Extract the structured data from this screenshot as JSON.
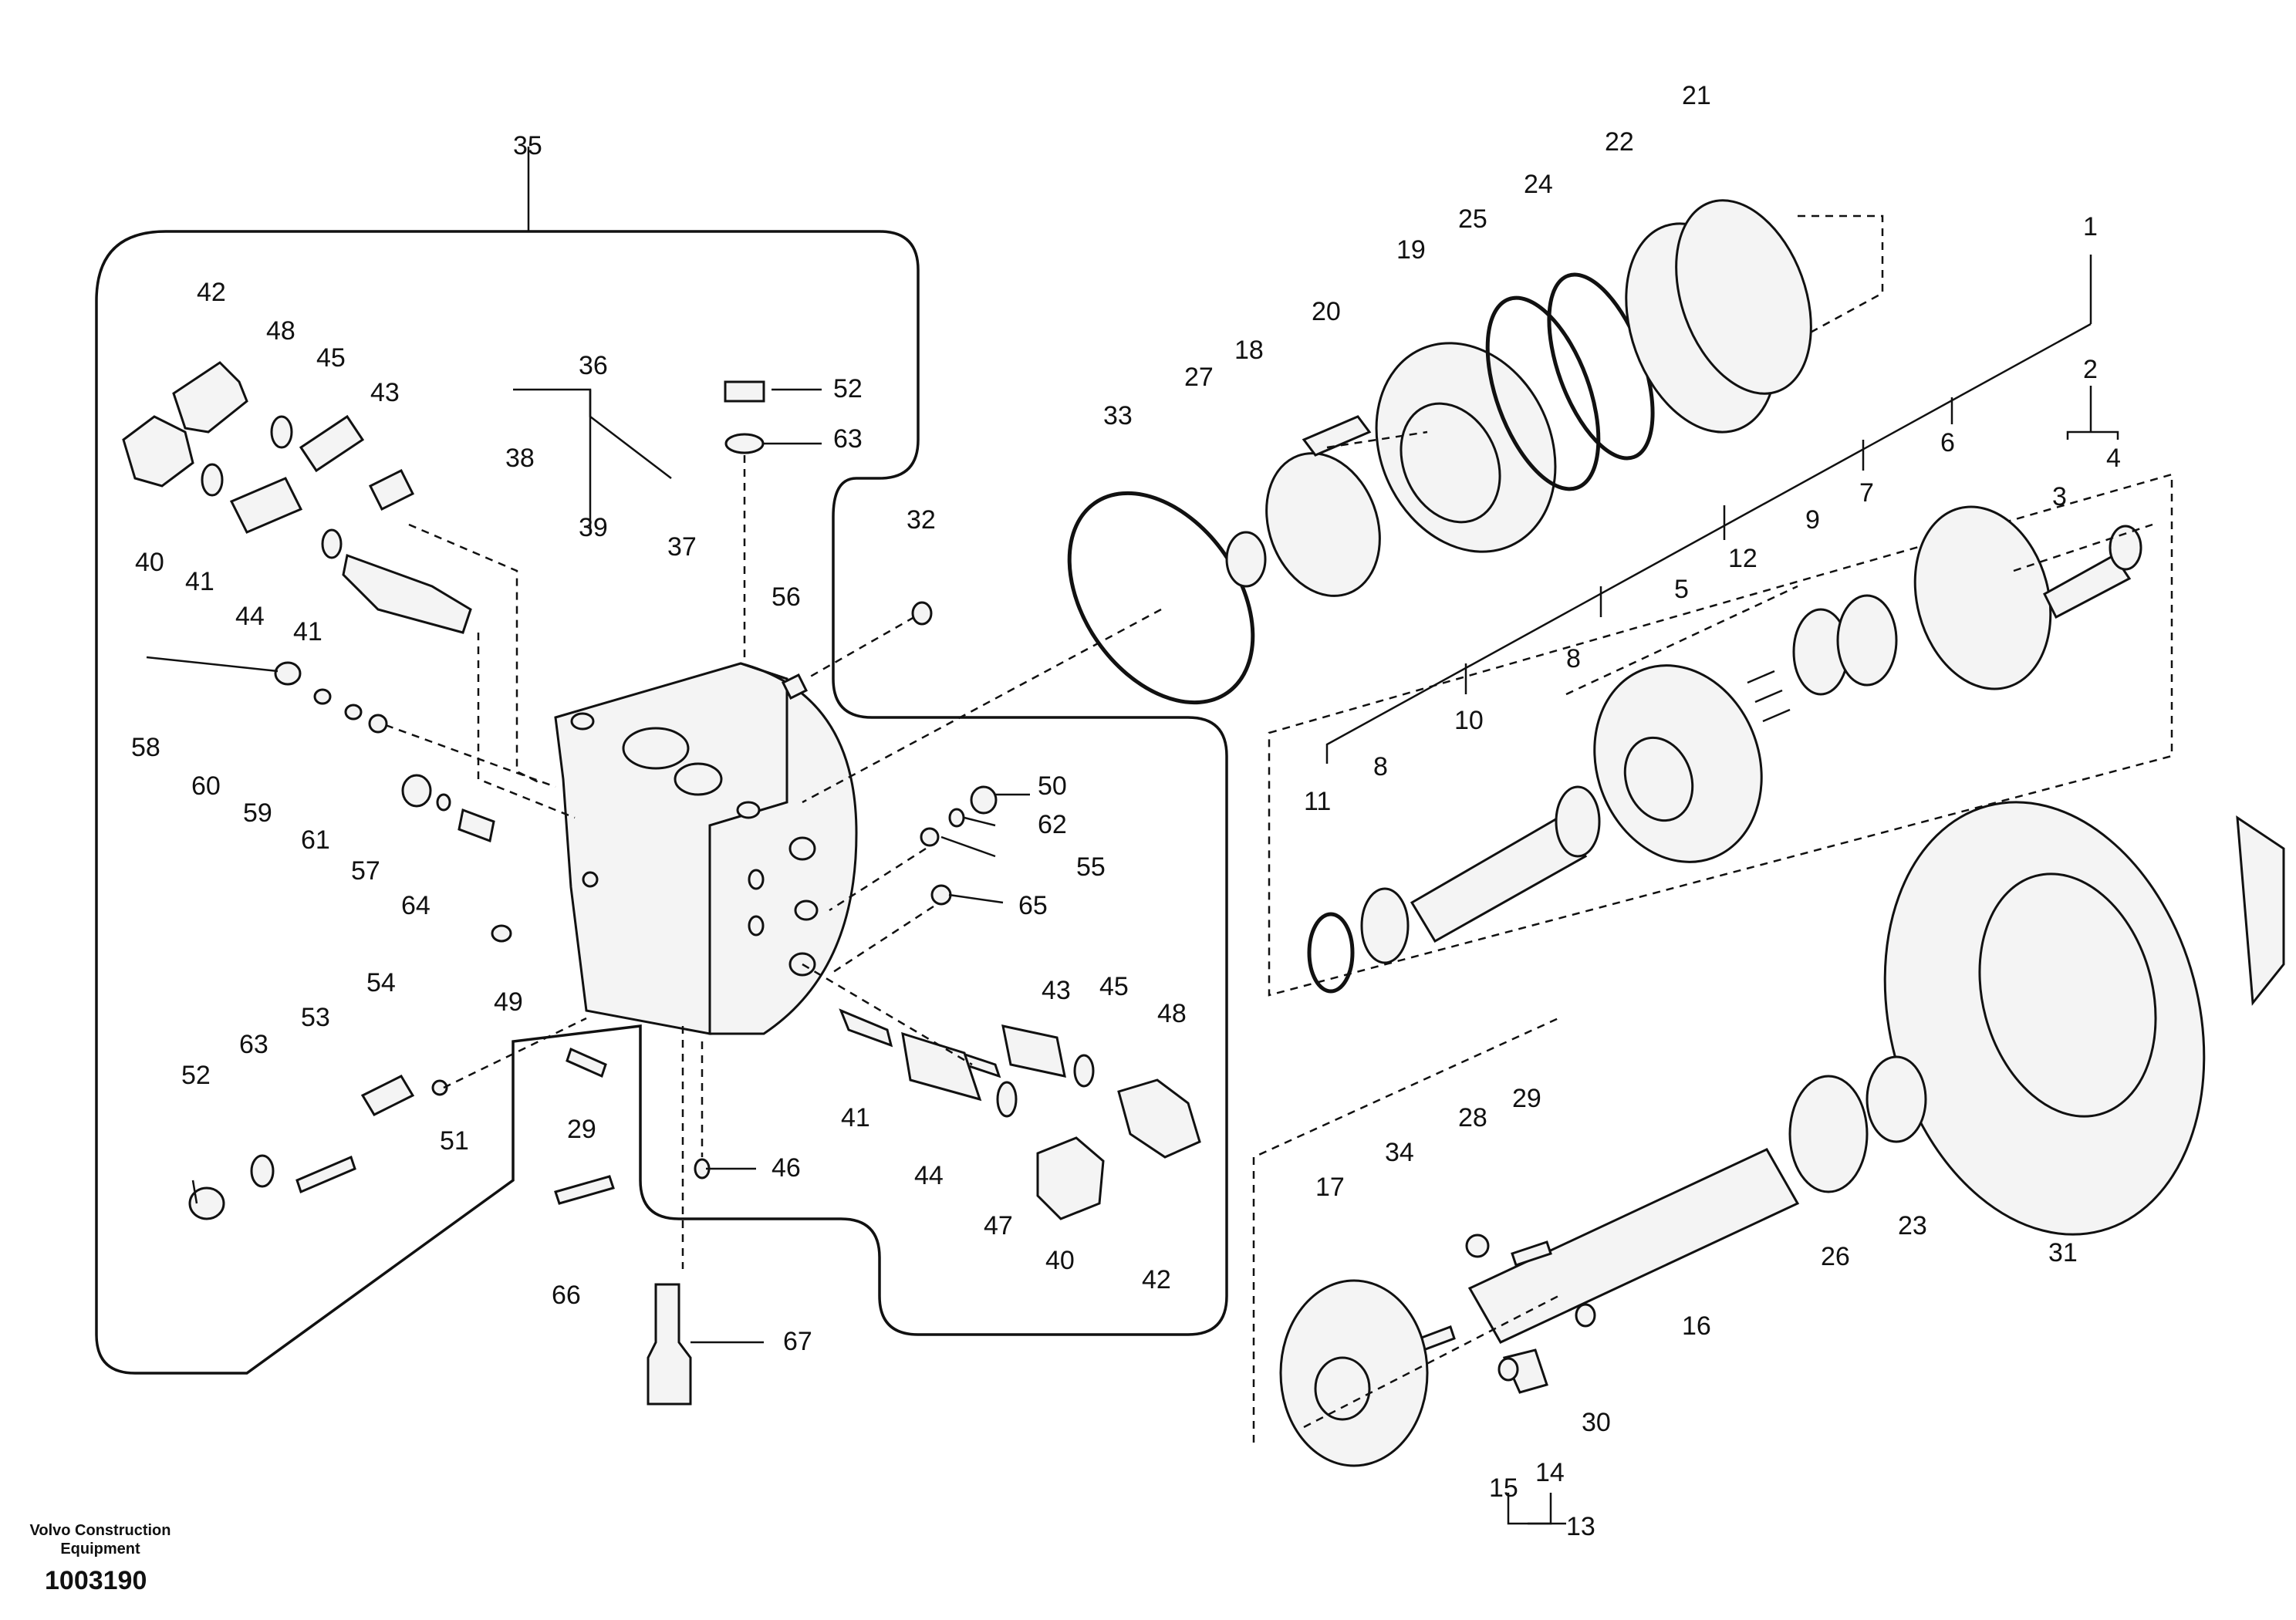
{
  "footer": {
    "company": "Volvo Construction\nEquipment",
    "drawing_number": "1003190"
  },
  "callouts": {
    "c1": "1",
    "c2": "2",
    "c3": "3",
    "c4": "4",
    "c5": "5",
    "c6": "6",
    "c7": "7",
    "c8a": "8",
    "c8b": "8",
    "c9": "9",
    "c10": "10",
    "c11": "11",
    "c12": "12",
    "c13": "13",
    "c14": "14",
    "c15": "15",
    "c16": "16",
    "c17": "17",
    "c18": "18",
    "c19": "19",
    "c20": "20",
    "c21": "21",
    "c22": "22",
    "c23": "23",
    "c24": "24",
    "c25": "25",
    "c26": "26",
    "c27": "27",
    "c28": "28",
    "c29a": "29",
    "c29b": "29",
    "c30": "30",
    "c31": "31",
    "c32": "32",
    "c33": "33",
    "c34": "34",
    "c35": "35",
    "c36": "36",
    "c37": "37",
    "c38": "38",
    "c39": "39",
    "c40a": "40",
    "c40b": "40",
    "c41a": "41",
    "c41b": "41",
    "c41c": "41",
    "c42a": "42",
    "c42b": "42",
    "c43a": "43",
    "c43b": "43",
    "c44a": "44",
    "c44b": "44",
    "c45a": "45",
    "c45b": "45",
    "c46": "46",
    "c47": "47",
    "c48a": "48",
    "c48b": "48",
    "c49": "49",
    "c50": "50",
    "c51": "51",
    "c52a": "52",
    "c52b": "52",
    "c53": "53",
    "c54": "54",
    "c55": "55",
    "c56": "56",
    "c57": "57",
    "c58": "58",
    "c59": "59",
    "c60": "60",
    "c61": "61",
    "c62": "62",
    "c63a": "63",
    "c63b": "63",
    "c64": "64",
    "c65": "65",
    "c66": "66",
    "c67": "67"
  }
}
